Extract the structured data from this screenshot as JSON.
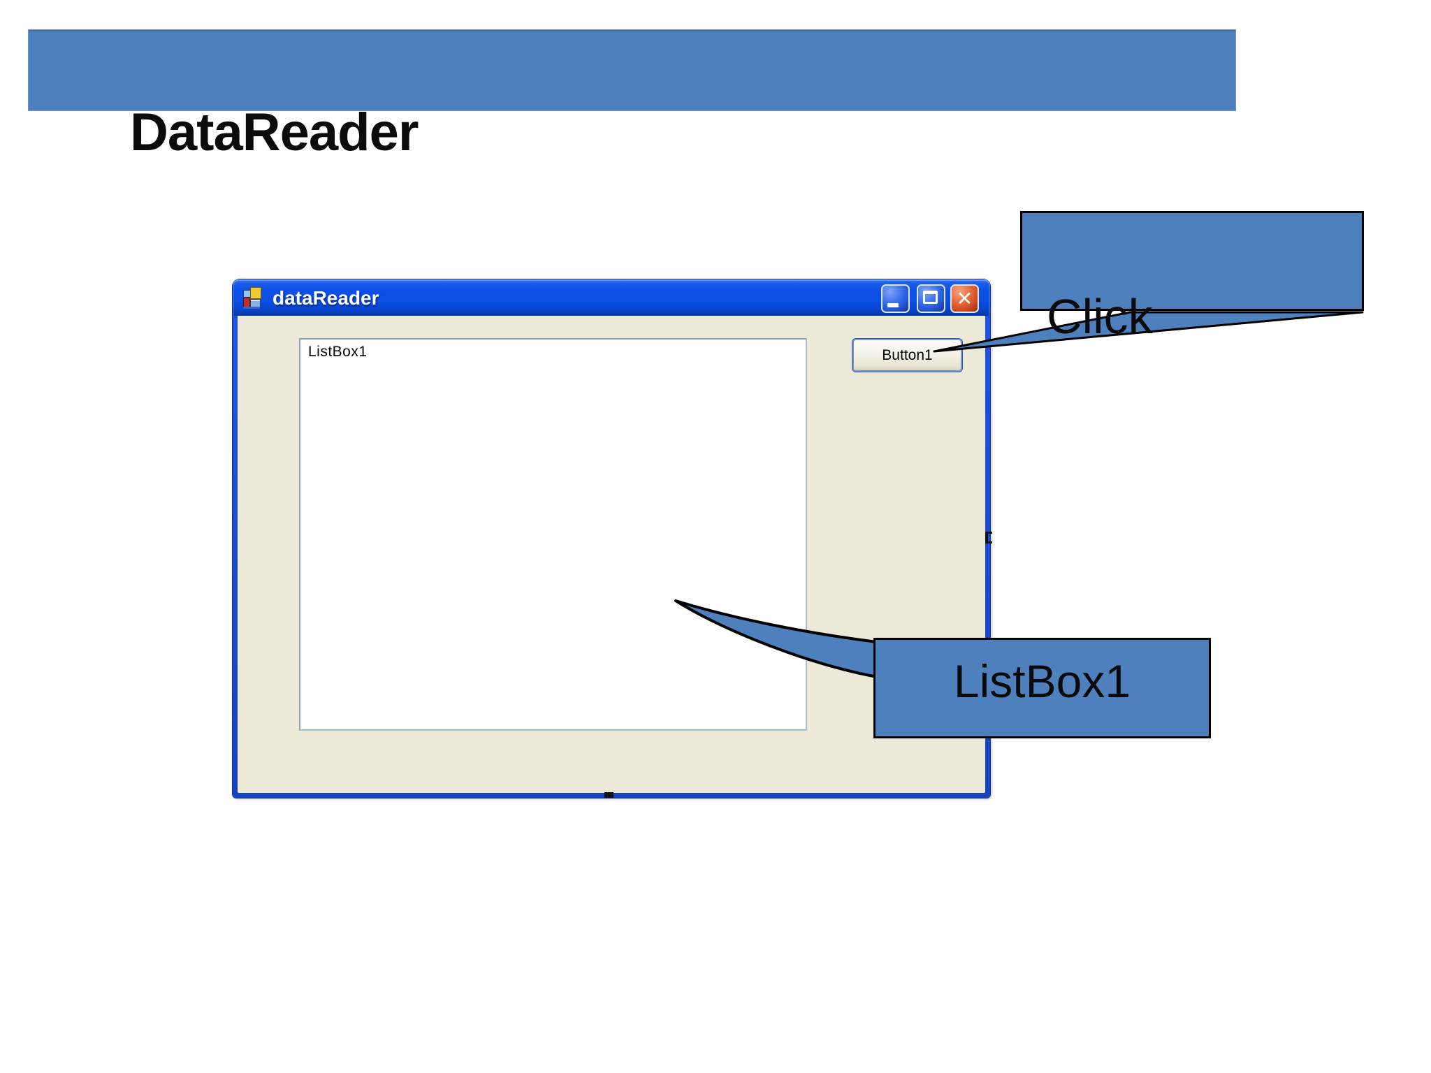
{
  "slide": {
    "heading": "DataReader"
  },
  "window": {
    "title": "dataReader",
    "close_glyph": "✕",
    "listbox_label": "ListBox1",
    "button_label": "Button1"
  },
  "callouts": {
    "click_label": "Click",
    "listbox_label": "ListBox1"
  },
  "colors": {
    "accent_blue": "#4E80BE",
    "titlebar_blue_top": "#3A7BF2",
    "titlebar_blue_bottom": "#06379E",
    "window_border_blue": "#1D4FD6",
    "client_beige": "#EDE9D8",
    "listbox_border": "#7F9DB9",
    "close_red": "#D0481F",
    "callout_border": "#000000"
  }
}
